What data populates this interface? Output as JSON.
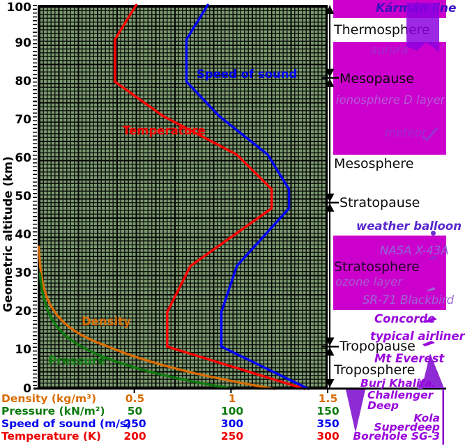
{
  "colors": {
    "plot_background": "#7a9a6e",
    "band_magenta": "#cc00cc",
    "temperature_red": "#ff0000",
    "speed_blue": "#0000ff",
    "density_orange": "#d96c00",
    "pressure_green": "#0e7a0e",
    "annotation_purple": "#9905dd",
    "blueviolet": "#5a28d0",
    "banner_purple": "#8a00e0"
  },
  "y_axis": {
    "title": "Geometric altitude (km)",
    "ticks": [
      "0",
      "10",
      "20",
      "30",
      "40",
      "50",
      "60",
      "70",
      "80",
      "90",
      "100"
    ]
  },
  "x_rows": [
    {
      "id": "density",
      "label": "Density (kg/m³)",
      "color": "#d96c00",
      "values": [
        "0.5",
        "1",
        "1.5"
      ]
    },
    {
      "id": "pressure",
      "label": "Pressure (kN/m²)",
      "color": "#0e7a0e",
      "values": [
        "50",
        "100",
        "150"
      ]
    },
    {
      "id": "speed",
      "label": "Speed of sound (m/s)",
      "color": "#0000ee",
      "values": [
        "250",
        "300",
        "350"
      ]
    },
    {
      "id": "temperature",
      "label": "Temperature (K)",
      "color": "#ee0000",
      "values": [
        "200",
        "250",
        "300"
      ]
    }
  ],
  "curve_labels": {
    "temperature": "Temperature",
    "speed": "Speed of sound",
    "density": "Density",
    "pressure": "Pressure"
  },
  "chart_data": {
    "type": "line",
    "ylabel": "Geometric altitude (km)",
    "ylim": [
      0,
      100
    ],
    "grid": "fine 1 km mesh with heavier lines every 5 km / 0.1 unit",
    "legend_position": "labels on curves",
    "x_scales": {
      "density": {
        "label": "Density (kg/m³)",
        "min": 0,
        "max": 1.5,
        "ticks": [
          0.5,
          1,
          1.5
        ]
      },
      "pressure": {
        "label": "Pressure (kN/m²)",
        "min": 0,
        "max": 150,
        "ticks": [
          50,
          100,
          150
        ]
      },
      "speed": {
        "label": "Speed of sound (m/s)",
        "min": 200,
        "max": 350,
        "ticks": [
          250,
          300,
          350
        ]
      },
      "temperature": {
        "label": "Temperature (K)",
        "min": 150,
        "max": 300,
        "ticks": [
          200,
          250,
          300
        ]
      }
    },
    "series": [
      {
        "name": "Temperature",
        "axis": "temperature",
        "units": "K",
        "color": "#ff0000",
        "points": [
          [
            288,
            0
          ],
          [
            217,
            11
          ],
          [
            217,
            20
          ],
          [
            229,
            32
          ],
          [
            271,
            47
          ],
          [
            271,
            52
          ],
          [
            253,
            61
          ],
          [
            215,
            71
          ],
          [
            190,
            80
          ],
          [
            190,
            91
          ],
          [
            201,
            100
          ]
        ]
      },
      {
        "name": "Speed of sound",
        "axis": "speed",
        "units": "m/s",
        "color": "#0000ff",
        "points": [
          [
            340,
            0
          ],
          [
            295,
            11
          ],
          [
            295,
            20
          ],
          [
            303,
            32
          ],
          [
            330,
            47
          ],
          [
            330,
            52
          ],
          [
            319,
            61
          ],
          [
            294,
            71
          ],
          [
            277,
            80
          ],
          [
            277,
            91
          ],
          [
            288,
            100
          ]
        ]
      },
      {
        "name": "Density",
        "axis": "density",
        "units": "kg/m³",
        "color": "#d96c00",
        "points": [
          [
            1.225,
            0
          ],
          [
            1.112,
            1
          ],
          [
            1.007,
            2
          ],
          [
            0.909,
            3
          ],
          [
            0.819,
            4
          ],
          [
            0.736,
            5
          ],
          [
            0.66,
            6
          ],
          [
            0.59,
            7
          ],
          [
            0.526,
            8
          ],
          [
            0.467,
            9
          ],
          [
            0.414,
            10
          ],
          [
            0.365,
            11
          ],
          [
            0.312,
            12
          ],
          [
            0.267,
            13
          ],
          [
            0.228,
            14
          ],
          [
            0.195,
            15
          ],
          [
            0.166,
            16
          ],
          [
            0.142,
            17
          ],
          [
            0.122,
            18
          ],
          [
            0.104,
            19
          ],
          [
            0.089,
            20
          ],
          [
            0.064,
            22
          ],
          [
            0.047,
            24
          ],
          [
            0.034,
            26
          ],
          [
            0.025,
            28
          ],
          [
            0.018,
            30
          ],
          [
            0.013,
            32
          ],
          [
            0.0098,
            34
          ],
          [
            0.0072,
            36
          ],
          [
            0.0064,
            37
          ]
        ]
      },
      {
        "name": "Pressure",
        "axis": "pressure",
        "units": "kN/m²",
        "color": "#0e7a0e",
        "points": [
          [
            101.3,
            0
          ],
          [
            89.9,
            1
          ],
          [
            79.5,
            2
          ],
          [
            70.1,
            3
          ],
          [
            61.7,
            4
          ],
          [
            54,
            5
          ],
          [
            47.2,
            6
          ],
          [
            41.1,
            7
          ],
          [
            35.7,
            8
          ],
          [
            30.8,
            9
          ],
          [
            26.5,
            10
          ],
          [
            22.7,
            11
          ],
          [
            19.4,
            12
          ],
          [
            16.6,
            13
          ],
          [
            14.2,
            14
          ],
          [
            12.1,
            15
          ],
          [
            10.4,
            16
          ],
          [
            8.9,
            17
          ],
          [
            7.6,
            18
          ],
          [
            6.5,
            19
          ],
          [
            5.5,
            20
          ],
          [
            4.1,
            22
          ],
          [
            3,
            24
          ],
          [
            2.2,
            26
          ],
          [
            1.6,
            28
          ],
          [
            1.2,
            30
          ]
        ]
      }
    ],
    "boundaries": [
      {
        "name": "Mesopause",
        "alt_km": 81
      },
      {
        "name": "Stratopause",
        "alt_km": 48.5
      },
      {
        "name": "Tropopause",
        "alt_km": 11
      }
    ]
  },
  "annotations": {
    "karman": {
      "text": "Kármán line",
      "color": "#3a10c0"
    },
    "thermosphere": {
      "text": "Thermosphere",
      "color": "#0a0a0a"
    },
    "aurora": {
      "text": "aurora",
      "color": "#9e2acd"
    },
    "mesopause": {
      "text": "Mesopause",
      "color": "#0a0a0a"
    },
    "ionosphere": {
      "text": "ionosphere D layer",
      "color": "#b55ad9"
    },
    "meteor": {
      "text": "meteor",
      "color": "#9d2ed1"
    },
    "mesosphere": {
      "text": "Mesosphere",
      "color": "#0a0a0a"
    },
    "stratopause": {
      "text": "Stratopause",
      "color": "#0a0a0a"
    },
    "weather_balloon": {
      "text": "weather balloon",
      "color": "#5a28d0"
    },
    "nasa_x43a": {
      "text": "NASA X-43A",
      "color": "#8f68d8"
    },
    "stratosphere": {
      "text": "Stratosphere",
      "color": "#26002e"
    },
    "ozone_layer": {
      "text": "ozone layer",
      "color": "#a65ace"
    },
    "sr71": {
      "text": "SR-71 Blackbird",
      "color": "#9a68d2"
    },
    "concorde": {
      "text": "Concorde",
      "color": "#9905dd"
    },
    "typical_airliner": {
      "text": "typical airliner",
      "color": "#9905dd"
    },
    "tropopause": {
      "text": "Tropopause",
      "color": "#0a0a0a"
    },
    "mt_everest": {
      "text": "Mt Everest",
      "color": "#9905dd"
    },
    "troposphere": {
      "text": "Troposphere",
      "color": "#0a0a0a"
    },
    "burj_khalifa": {
      "text": "Burj Khalifa.",
      "color": "#9905dd"
    },
    "challenger_deep": {
      "lines": [
        "Challenger",
        "Deep"
      ],
      "color": "#9905dd"
    },
    "kola": {
      "lines": [
        "Kola",
        "Superdeep",
        "Borehole SG-3"
      ],
      "color": "#9905dd"
    }
  }
}
